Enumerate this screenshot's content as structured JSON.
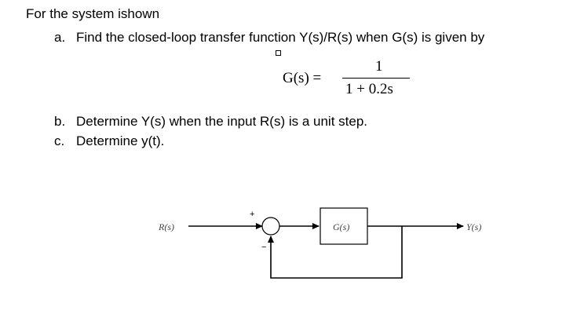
{
  "problem": {
    "intro": "For the system ishown",
    "items": [
      {
        "marker": "a.",
        "text": "Find the closed-loop transfer function Y(s)/R(s) when G(s) is given by"
      },
      {
        "marker": "b.",
        "text": "Determine Y(s) when the input R(s) is a unit step."
      },
      {
        "marker": "c.",
        "text": "Determine y(t)."
      }
    ],
    "equation": {
      "lhs": "G(s) =",
      "numerator": "1",
      "denominator": "1 + 0.2s"
    }
  },
  "diagram": {
    "input_label": "R(s)",
    "output_label": "Y(s)",
    "block_label": "G(s)",
    "plus_sign": "+",
    "minus_sign": "−"
  },
  "colors": {
    "text": "#000000",
    "diagram_label": "#444444",
    "background": "#ffffff"
  }
}
